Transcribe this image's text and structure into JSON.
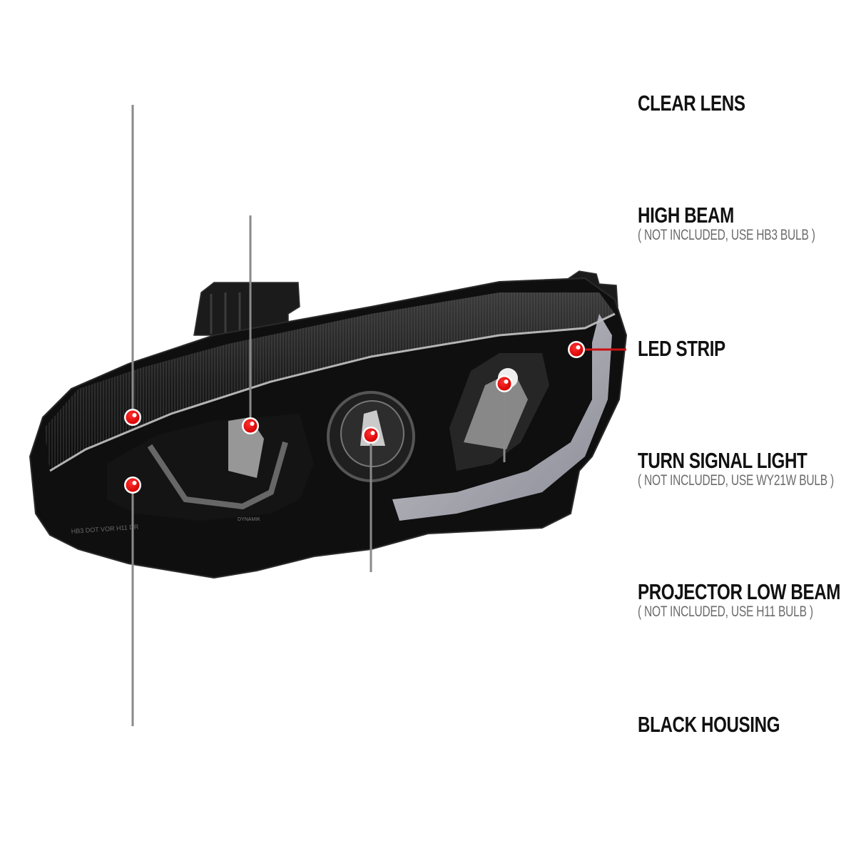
{
  "diagram": {
    "subject": "Headlight assembly",
    "colors": {
      "line_start": "#8a8a8a",
      "line_end": "#d00000",
      "marker": "#e00000",
      "title_text": "#111111",
      "note_text": "#6b6b6b"
    },
    "callouts": [
      {
        "id": "clear-lens",
        "title": "CLEAR LENS",
        "note": ""
      },
      {
        "id": "high-beam",
        "title": "HIGH BEAM",
        "note": "( NOT INCLUDED, USE  HB3  BULB )"
      },
      {
        "id": "led-strip",
        "title": "LED STRIP",
        "note": ""
      },
      {
        "id": "turn-signal-light",
        "title": "TURN SIGNAL LIGHT",
        "note": "( NOT INCLUDED, USE  WY21W  BULB )"
      },
      {
        "id": "projector-low-beam",
        "title": "PROJECTOR LOW BEAM",
        "note": "( NOT INCLUDED, USE  H11  BULB )"
      },
      {
        "id": "black-housing",
        "title": "BLACK HOUSING",
        "note": ""
      }
    ],
    "embossed_text": {
      "lens_marking": "HB3 DOT VOR H11 DR",
      "brand": "DYNAMIK"
    }
  }
}
